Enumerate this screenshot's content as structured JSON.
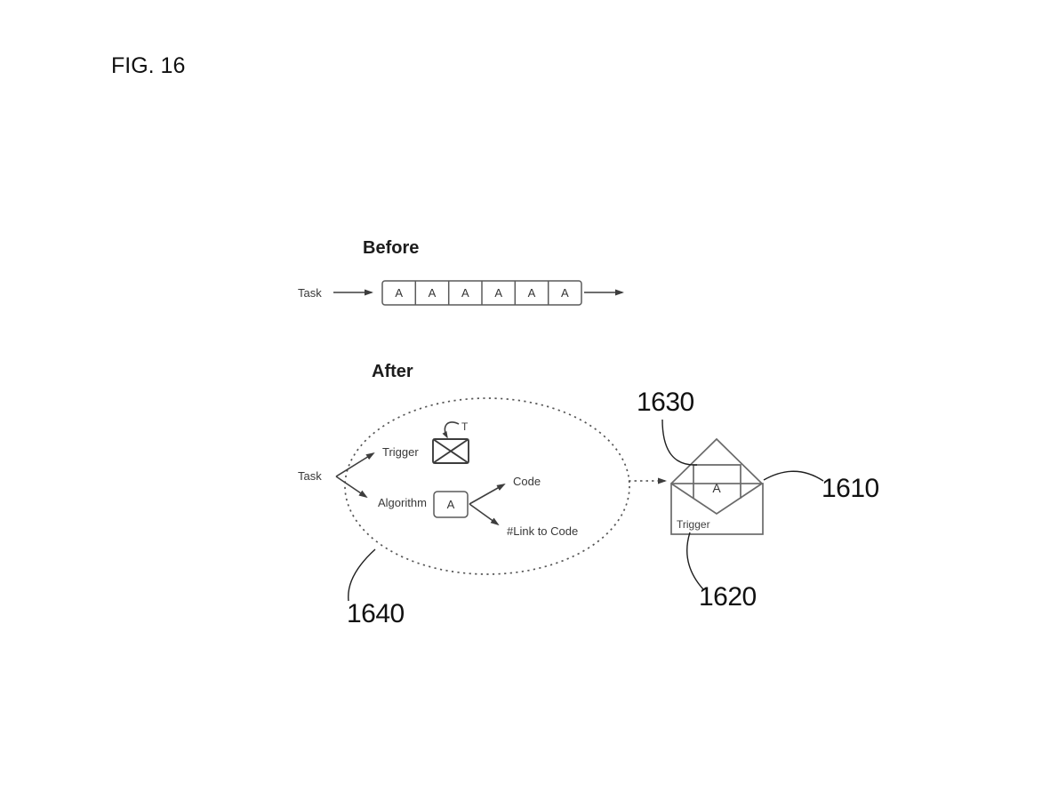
{
  "colors": {
    "background": "#ffffff",
    "line": "#4a4a4a",
    "label_text": "#333333",
    "reference_text": "#111111"
  },
  "fig_label": "FIG. 16",
  "before": {
    "title": "Before",
    "task_label": "Task",
    "boxes": [
      "A",
      "A",
      "A",
      "A",
      "A",
      "A"
    ]
  },
  "after": {
    "title": "After",
    "task_label": "Task",
    "trigger_label": "Trigger",
    "trigger_tag": "T",
    "algorithm_label": "Algorithm",
    "algorithm_box": "A",
    "code_label": "Code",
    "link_to_code_label": "#Link to Code"
  },
  "envelope": {
    "note_label": "A",
    "trigger_label": "Trigger"
  },
  "references": {
    "r1610": "1610",
    "r1620": "1620",
    "r1630": "1630",
    "r1640": "1640"
  }
}
